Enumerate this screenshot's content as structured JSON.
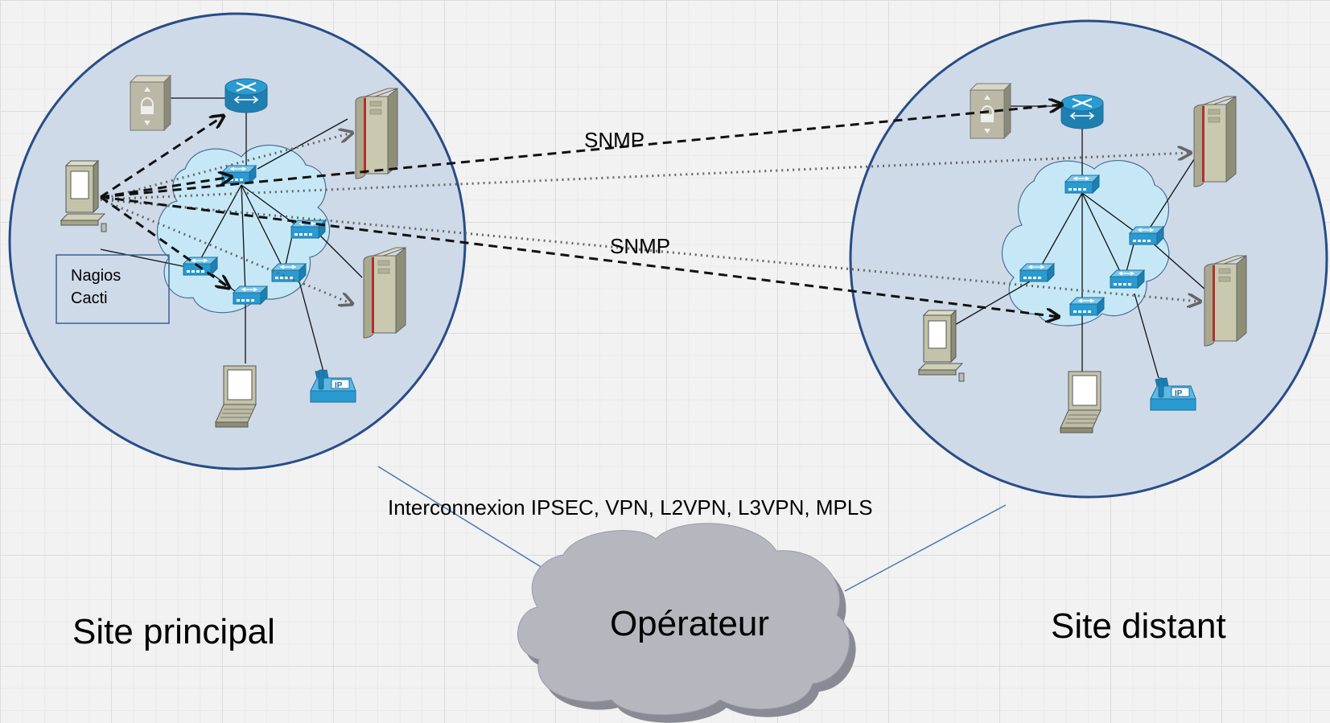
{
  "protocol_labels": {
    "snmp_top": "SNMP",
    "snmp_bottom": "SNMP"
  },
  "monitoring_tools": {
    "line1": "Nagios",
    "line2": "Cacti"
  },
  "interconnect_label": "Interconnexion IPSEC, VPN, L2VPN, L3VPN, MPLS",
  "operator_label": "Opérateur",
  "site_labels": {
    "main": "Site principal",
    "remote": "Site distant"
  },
  "colors": {
    "site_fill": "#cfdae8",
    "site_stroke": "#284d86",
    "lan_cloud": "#c6e8f6",
    "operator_cloud": "#b6b6bf",
    "network_device": "#2a9bd1",
    "link_line": "#4a78b5"
  },
  "icons": [
    "router-icon",
    "switch-icon",
    "firewall-icon",
    "server-icon",
    "workstation-icon",
    "laptop-icon",
    "ip-phone-icon",
    "lan-cloud-icon",
    "operator-cloud-icon"
  ]
}
